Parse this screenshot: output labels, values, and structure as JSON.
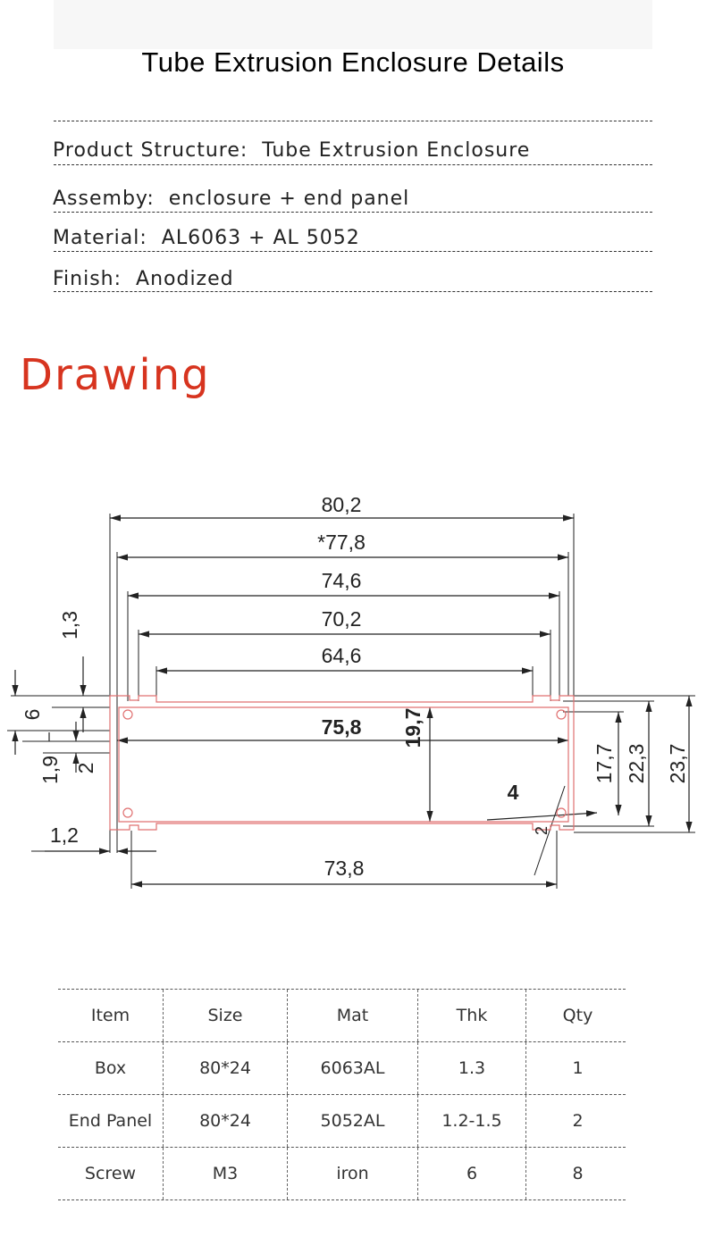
{
  "title": "Tube Extrusion Enclosure Details",
  "specs": [
    "Product Structure:  Tube Extrusion Enclosure",
    "Assemby:  enclosure + end panel",
    "Material:  AL6063 + AL 5052",
    "Finish:  Anodized"
  ],
  "drawing_heading": "Drawing",
  "drawing": {
    "dims": {
      "w80_2": "80,2",
      "w77_8": "*77,8",
      "w74_6": "74,6",
      "w70_2": "70,2",
      "w64_6": "64,6",
      "w75_8": "75,8",
      "w73_8": "73,8",
      "h19_7": "19,7",
      "h17_7": "17,7",
      "h22_3": "22,3",
      "h23_7": "23,7",
      "t1_3": "1,3",
      "t6": "6",
      "t1_9": "1,9",
      "t2": "2",
      "t1_2": "1,2",
      "t4": "4",
      "t2b": "2"
    },
    "colors": {
      "outline": "#e07070",
      "dim": "#222222"
    }
  },
  "table": {
    "headers": [
      "Item",
      "Size",
      "Mat",
      "Thk",
      "Qty"
    ],
    "rows": [
      [
        "Box",
        "80*24",
        "6063AL",
        "1.3",
        "1"
      ],
      [
        "End Panel",
        "80*24",
        "5052AL",
        "1.2-1.5",
        "2"
      ],
      [
        "Screw",
        "M3",
        "iron",
        "6",
        "8"
      ]
    ]
  }
}
